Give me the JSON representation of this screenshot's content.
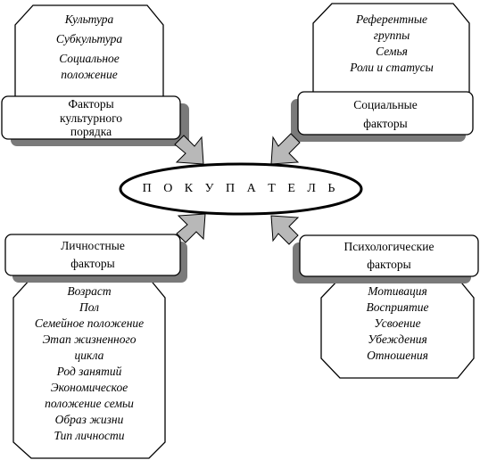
{
  "center": {
    "label": "П О К У П А Т Е Л Ь"
  },
  "groups": {
    "cultural": {
      "title": [
        "Факторы",
        "культурного",
        "порядка"
      ],
      "items": [
        "Культура",
        "Субкультура",
        "Социальное",
        "положение"
      ]
    },
    "social": {
      "title": [
        "Социальные",
        "факторы"
      ],
      "items": [
        "Референтные",
        "группы",
        "Семья",
        "Роли и статусы"
      ]
    },
    "personal": {
      "title": [
        "Личностные",
        "факторы"
      ],
      "items": [
        "Возраст",
        "Пол",
        "Семейное положение",
        "Этап жизненного",
        "цикла",
        "Род занятий",
        "Экономическое",
        "положение семьи",
        "Образ жизни",
        "Тип личности"
      ]
    },
    "psychological": {
      "title": [
        "Психологические",
        "факторы"
      ],
      "items": [
        "Мотивация",
        "Восприятие",
        "Усвоение",
        "Убеждения",
        "Отношения"
      ]
    }
  },
  "colors": {
    "ink": "#000000",
    "shadow": "#7a7a7a",
    "arrow": "#b8b8b8"
  }
}
